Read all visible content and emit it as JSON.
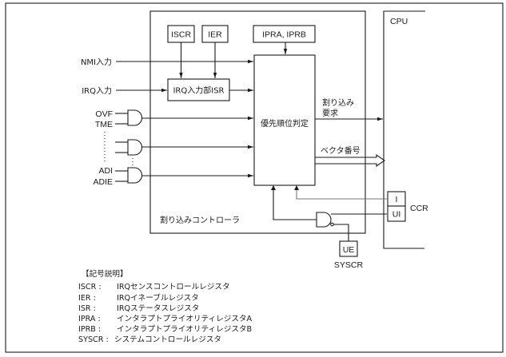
{
  "diagram": {
    "inputs": {
      "nmi": "NMI入力",
      "irq": "IRQ入力",
      "ovf": "OVF",
      "tme": "TME",
      "adi": "ADI",
      "adie": "ADIE"
    },
    "controller": {
      "label": "割り込みコントローラ",
      "iscr": "ISCR",
      "ier": "IER",
      "ipr": "IPRA, IPRB",
      "irq_unit": "IRQ入力部ISR",
      "priority": "優先順位判定"
    },
    "signals": {
      "interrupt_request_line1": "割り込み",
      "interrupt_request_line2": "要求",
      "vector_number": "ベクタ番号"
    },
    "cpu": {
      "label": "CPU",
      "ccr_label": "CCR",
      "ccr_i": "I",
      "ccr_ui": "UI"
    },
    "syscr": {
      "ue": "UE",
      "label": "SYSCR"
    },
    "legend": {
      "title": "【記号説明】",
      "items": [
        {
          "abbr": "ISCR :",
          "desc": "IRQセンスコントロールレジスタ"
        },
        {
          "abbr": "IER :",
          "desc": "IRQイネーブルレジスタ"
        },
        {
          "abbr": "ISR :",
          "desc": "IRQステータスレジスタ"
        },
        {
          "abbr": "IPRA :",
          "desc": "インタラプトプライオリティレジスタA"
        },
        {
          "abbr": "IPRB :",
          "desc": "インタラプトプライオリティレジスタB"
        },
        {
          "abbr": "SYSCR :",
          "desc": "システムコントロールレジスタ"
        }
      ]
    }
  }
}
